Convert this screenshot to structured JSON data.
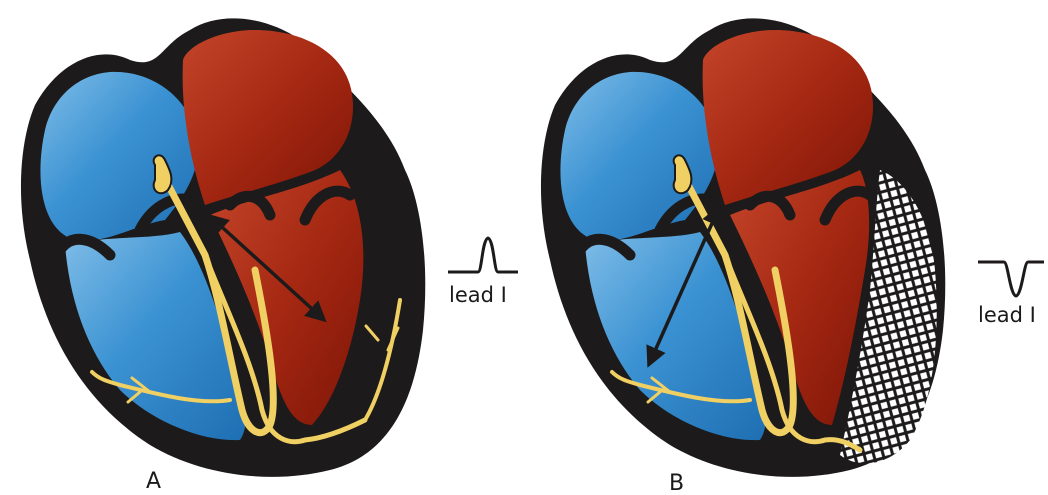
{
  "figure": {
    "panels": [
      {
        "letter": "A",
        "lead_label": "lead I",
        "deflection": "positive",
        "infarct_region": false
      },
      {
        "letter": "B",
        "lead_label": "lead I",
        "deflection": "negative",
        "infarct_region": true
      }
    ]
  },
  "colors": {
    "outline": "#1c1a1a",
    "right_chambers": "#2f86c8",
    "left_chambers": "#9b1d0c",
    "conduction": "#f0cf63",
    "infarct_hatch": "#1c1a1a"
  }
}
